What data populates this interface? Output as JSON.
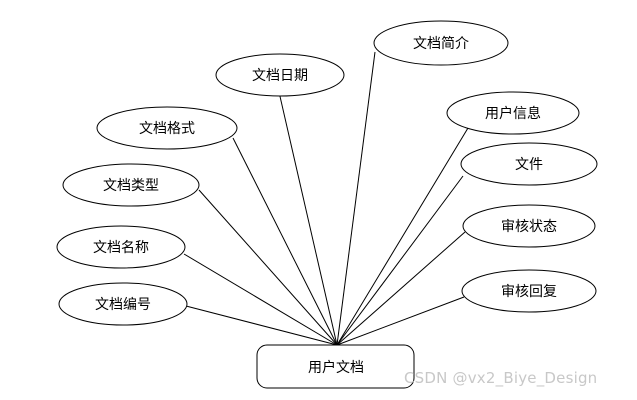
{
  "entity": {
    "label": "用户文档"
  },
  "attributes": [
    {
      "label": "文档简介"
    },
    {
      "label": "文档日期"
    },
    {
      "label": "用户信息"
    },
    {
      "label": "文档格式"
    },
    {
      "label": "文件"
    },
    {
      "label": "文档类型"
    },
    {
      "label": "审核状态"
    },
    {
      "label": "文档名称"
    },
    {
      "label": "审核回复"
    },
    {
      "label": "文档编号"
    }
  ],
  "watermark": {
    "text": "CSDN @vx2_Biye_Design"
  },
  "colors": {
    "stroke": "#000000",
    "fill": "#ffffff",
    "watermark": "#c8c8c8"
  }
}
